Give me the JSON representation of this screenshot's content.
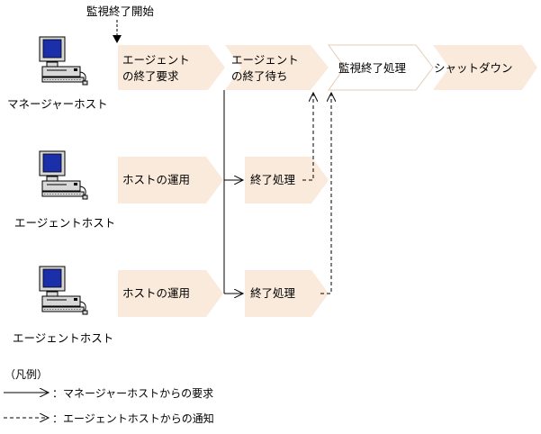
{
  "start_label": "監視終了開始",
  "hosts": {
    "manager": "マネージャーホスト",
    "agent1": "エージェントホスト",
    "agent2": "エージェントホスト"
  },
  "manager_steps": {
    "request": [
      "エージェント",
      "の終了要求"
    ],
    "wait": [
      "エージェント",
      "の終了待ち"
    ],
    "monitor_end": "監視終了処理",
    "shutdown": "シャットダウン"
  },
  "agent1_steps": {
    "operation": "ホストの運用",
    "end": "終了処理"
  },
  "agent2_steps": {
    "operation": "ホストの運用",
    "end": "終了処理"
  },
  "legend": {
    "title": "（凡例）",
    "solid": "：マネージャーホストからの要求",
    "dashed": "：エージェントホストからの通知"
  },
  "colors": {
    "step_fill": "#faeadb",
    "monitor_end_fill": "#ffffff",
    "screen": "#1c2faa"
  }
}
